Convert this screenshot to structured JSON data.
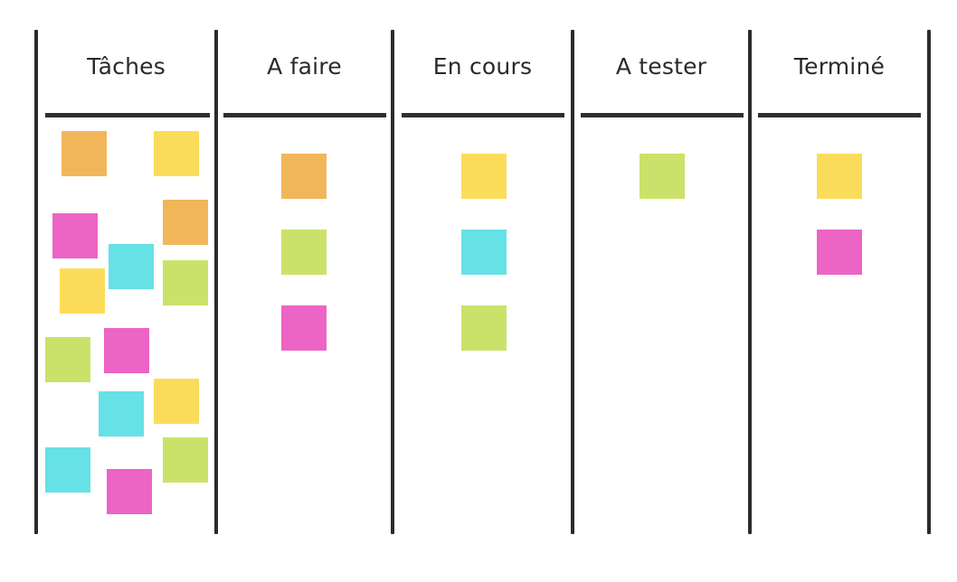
{
  "colors": {
    "orange": "#f2b65a",
    "yellow": "#fbdc5a",
    "pink": "#ec64c4",
    "cyan": "#66e1e6",
    "green": "#cbe26a",
    "line": "#2b2b2b"
  },
  "columns": [
    {
      "id": "taches",
      "title": "Tâches",
      "notes": [
        "orange",
        "yellow",
        "pink",
        "orange",
        "cyan",
        "yellow",
        "green",
        "green",
        "pink",
        "cyan",
        "yellow",
        "cyan",
        "green",
        "pink"
      ]
    },
    {
      "id": "a-faire",
      "title": "A faire",
      "notes": [
        "orange",
        "green",
        "pink"
      ]
    },
    {
      "id": "en-cours",
      "title": "En cours",
      "notes": [
        "yellow",
        "cyan",
        "green"
      ]
    },
    {
      "id": "a-tester",
      "title": "A tester",
      "notes": [
        "green"
      ]
    },
    {
      "id": "termine",
      "title": "Terminé",
      "notes": [
        "yellow",
        "pink"
      ]
    }
  ]
}
